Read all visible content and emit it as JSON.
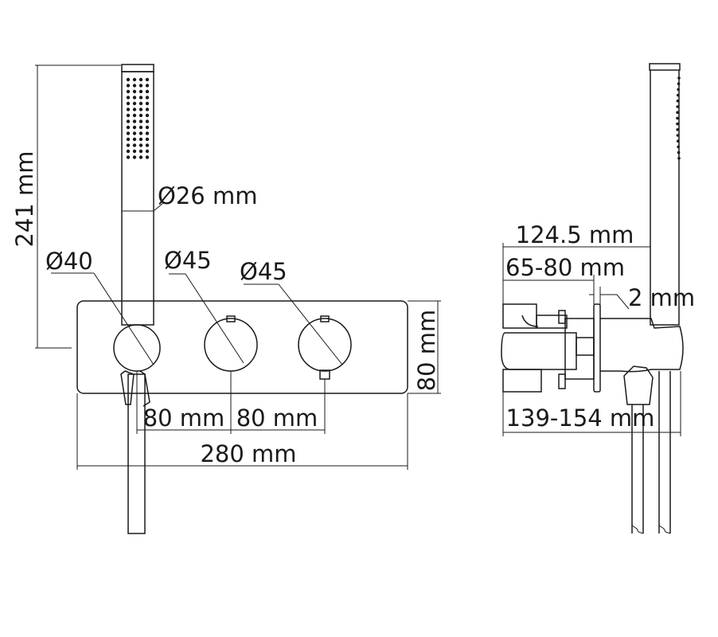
{
  "front_view": {
    "handshower_length": "241 mm",
    "handshower_diameter": "Ø26 mm",
    "holder_diameter": "Ø40",
    "handle_left_diameter": "Ø45",
    "handle_right_diameter": "Ø45",
    "plate_height": "80 mm",
    "spacing_left": "80 mm",
    "spacing_right": "80 mm",
    "plate_width": "280 mm"
  },
  "side_view": {
    "projection": "124.5 mm",
    "body_depth": "65-80 mm",
    "plate_thickness": "2 mm",
    "installation_depth": "139-154 mm"
  }
}
